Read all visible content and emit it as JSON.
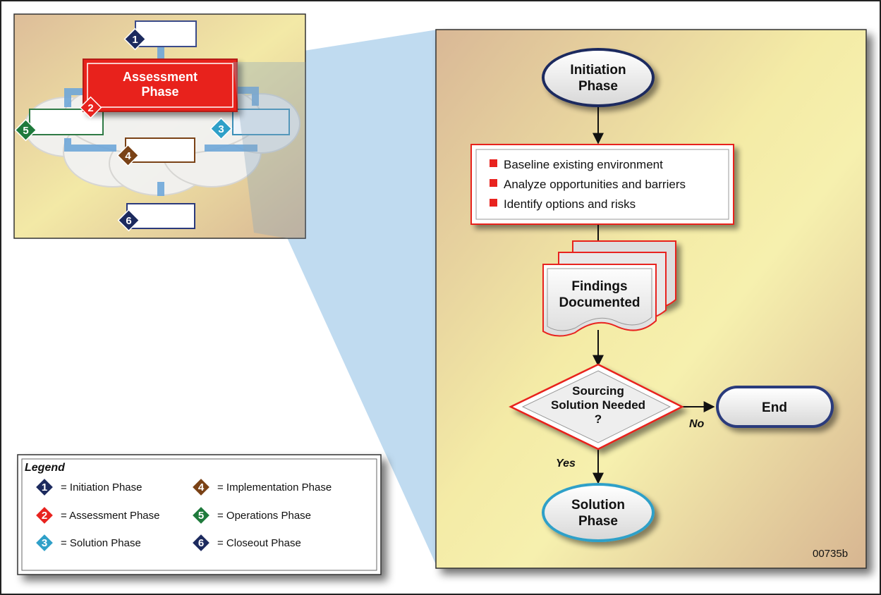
{
  "mini": {
    "assessment_label_1": "Assessment",
    "assessment_label_2": "Phase",
    "badges": [
      "1",
      "2",
      "3",
      "4",
      "5",
      "6"
    ]
  },
  "flow": {
    "initiation_1": "Initiation",
    "initiation_2": "Phase",
    "steps": [
      "Baseline existing environment",
      "Analyze opportunities and barriers",
      "Identify options and risks"
    ],
    "findings_1": "Findings",
    "findings_2": "Documented",
    "decision_1": "Sourcing",
    "decision_2": "Solution Needed",
    "decision_3": "?",
    "no_label": "No",
    "yes_label": "Yes",
    "end_label": "End",
    "solution_1": "Solution",
    "solution_2": "Phase",
    "figure_id": "00735b"
  },
  "legend": {
    "title": "Legend",
    "items": [
      {
        "num": "1",
        "text": "= Initiation Phase",
        "color": "#1c2a5e"
      },
      {
        "num": "2",
        "text": "= Assessment Phase",
        "color": "#e8231f"
      },
      {
        "num": "3",
        "text": "= Solution Phase",
        "color": "#2fa0c8"
      },
      {
        "num": "4",
        "text": "= Implementation Phase",
        "color": "#7a4216"
      },
      {
        "num": "5",
        "text": "= Operations Phase",
        "color": "#1f7a3c"
      },
      {
        "num": "6",
        "text": "= Closeout Phase",
        "color": "#1c2a5e"
      }
    ]
  },
  "colors": {
    "initiation": "#1c2a5e",
    "assessment": "#e8231f",
    "solution": "#2fa0c8",
    "implementation": "#7a4216",
    "operations": "#1f7a3c",
    "closeout": "#1c2a5e"
  }
}
